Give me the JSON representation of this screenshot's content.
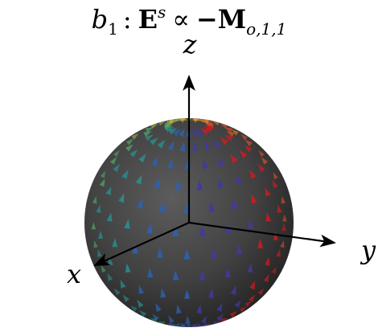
{
  "title": {
    "b_symbol": "b",
    "b_subscript": "1",
    "colon": ":",
    "E_symbol": "E",
    "E_superscript": "s",
    "proportional": "∝",
    "minus_M": "−M",
    "M_subscript": "o,1,1"
  },
  "axes": {
    "x_label": "x",
    "y_label": "y",
    "z_label": "z"
  },
  "colors": {
    "sphere_fill": "#3a3a3a",
    "sphere_shade": "#1f1f1f",
    "axis": "#000000",
    "arrow_palette": [
      "#d7191c",
      "#e8502a",
      "#f08a2c",
      "#e9c03a",
      "#a6c34a",
      "#55b06a",
      "#2a8f8f",
      "#2f5fae",
      "#403aa0"
    ]
  }
}
